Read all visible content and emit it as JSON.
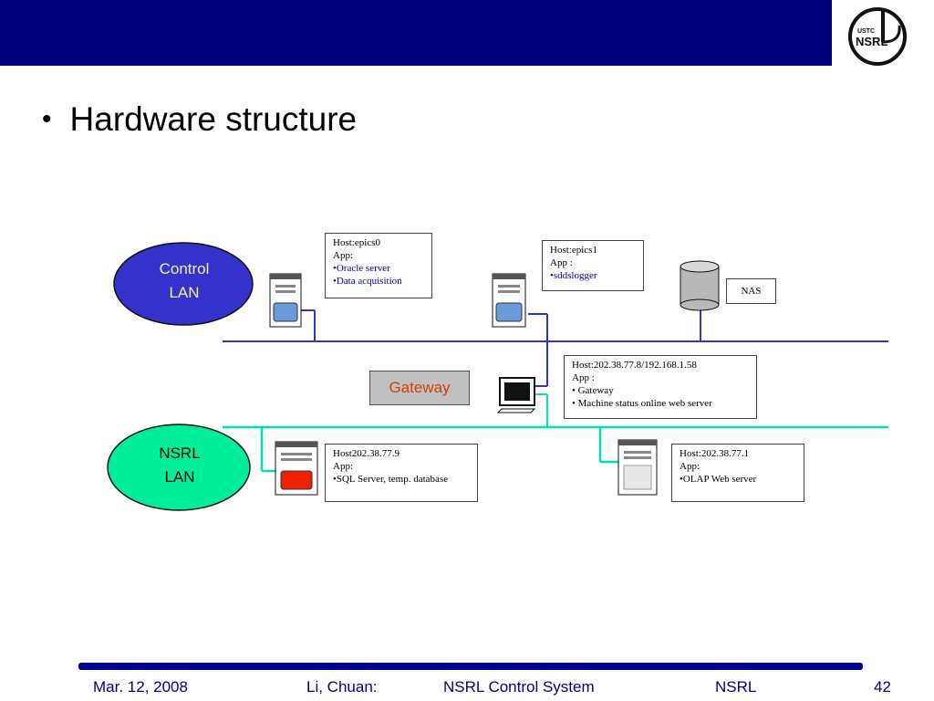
{
  "slide": {
    "bullet": "•",
    "title": "Hardware structure"
  },
  "logo": {
    "top_text": "USTC",
    "main_text": "NSRL"
  },
  "diagram": {
    "control_lan": [
      "Control",
      "LAN"
    ],
    "nsrl_lan": [
      "NSRL",
      "LAN"
    ],
    "gateway_label": "Gateway",
    "nas_label": "NAS",
    "hosts": [
      {
        "host": "Host:epics0",
        "app": "App:",
        "items": [
          "•Oracle server",
          "•Data acquisition"
        ]
      },
      {
        "host": "Host:epics1",
        "app": "App :",
        "items": [
          "•sddslogger"
        ]
      },
      {
        "host": "Host:202.38.77.8/192.168.1.58",
        "app": "App :",
        "items": [
          "• Gateway",
          "• Machine status online web server"
        ]
      },
      {
        "host": "Host202.38.77.9",
        "app": "App:",
        "items": [
          "•SQL Server, temp. database"
        ]
      },
      {
        "host": "Host:202.38.77.1",
        "app": "App:",
        "items": [
          "•OLAP Web server"
        ]
      }
    ]
  },
  "footer": {
    "date": "Mar. 12, 2008",
    "author": "Li, Chuan:",
    "system": "NSRL Control System",
    "org": "NSRL",
    "page": "42"
  },
  "colors": {
    "header_bar": "#00007e",
    "control_lan_fill": "#3333cc",
    "control_lan_text": "#eeeeaa",
    "nsrl_lan_fill": "#00ee99",
    "control_line": "#3333cc",
    "nsrl_line": "#00e0b0",
    "gateway_text": "#d04000",
    "footer_text": "#000080"
  }
}
